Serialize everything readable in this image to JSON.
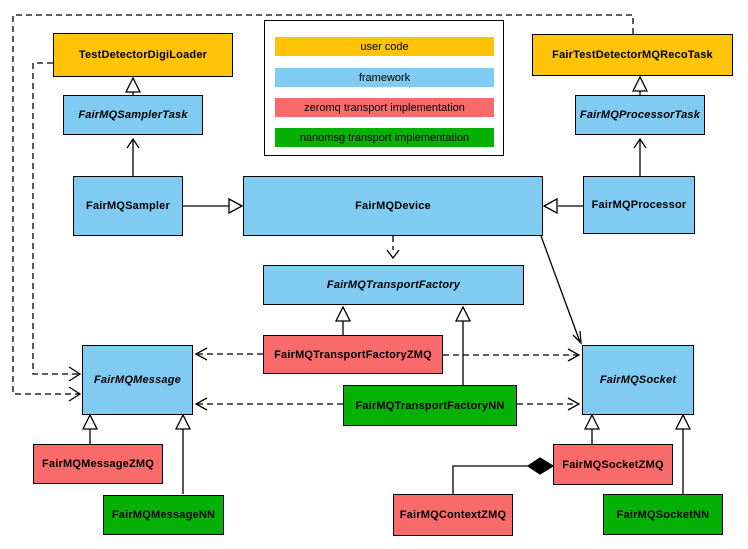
{
  "diagram": {
    "kind": "UML class diagram",
    "colors": {
      "user_code": "#FFC408",
      "framework": "#7FCBF1",
      "zeromq": "#F96B6B",
      "nanomsg": "#05B105",
      "line": "#000000",
      "background": "#FFFFFF"
    },
    "legend": {
      "items": [
        {
          "label": "user code",
          "category": "user_code"
        },
        {
          "label": "framework",
          "category": "framework"
        },
        {
          "label": "zeromq transport implementation",
          "category": "zeromq"
        },
        {
          "label": "nanomsg transport implementation",
          "category": "nanomsg"
        }
      ]
    },
    "nodes": [
      {
        "label": "TestDetectorDigiLoader",
        "category": "user_code",
        "abstract": false
      },
      {
        "label": "FairTestDetectorMQRecoTask",
        "category": "user_code",
        "abstract": false
      },
      {
        "label": "FairMQSamplerTask",
        "category": "framework",
        "abstract": true
      },
      {
        "label": "FairMQProcessorTask",
        "category": "framework",
        "abstract": true
      },
      {
        "label": "FairMQSampler",
        "category": "framework",
        "abstract": false
      },
      {
        "label": "FairMQDevice",
        "category": "framework",
        "abstract": false
      },
      {
        "label": "FairMQProcessor",
        "category": "framework",
        "abstract": false
      },
      {
        "label": "FairMQTransportFactory",
        "category": "framework",
        "abstract": true
      },
      {
        "label": "FairMQTransportFactoryZMQ",
        "category": "zeromq",
        "abstract": false
      },
      {
        "label": "FairMQTransportFactoryNN",
        "category": "nanomsg",
        "abstract": false
      },
      {
        "label": "FairMQMessage",
        "category": "framework",
        "abstract": true
      },
      {
        "label": "FairMQSocket",
        "category": "framework",
        "abstract": true
      },
      {
        "label": "FairMQMessageZMQ",
        "category": "zeromq",
        "abstract": false
      },
      {
        "label": "FairMQMessageNN",
        "category": "nanomsg",
        "abstract": false
      },
      {
        "label": "FairMQContextZMQ",
        "category": "zeromq",
        "abstract": false
      },
      {
        "label": "FairMQSocketZMQ",
        "category": "zeromq",
        "abstract": false
      },
      {
        "label": "FairMQSocketNN",
        "category": "nanomsg",
        "abstract": false
      }
    ],
    "edges": [
      {
        "from": "FairMQSamplerTask",
        "to": "TestDetectorDigiLoader",
        "type": "generalization"
      },
      {
        "from": "FairMQProcessorTask",
        "to": "FairTestDetectorMQRecoTask",
        "type": "generalization"
      },
      {
        "from": "FairMQSampler",
        "to": "FairMQSamplerTask",
        "type": "association"
      },
      {
        "from": "FairMQProcessor",
        "to": "FairMQProcessorTask",
        "type": "association"
      },
      {
        "from": "FairMQSampler",
        "to": "FairMQDevice",
        "type": "generalization"
      },
      {
        "from": "FairMQProcessor",
        "to": "FairMQDevice",
        "type": "generalization"
      },
      {
        "from": "FairMQDevice",
        "to": "FairMQTransportFactory",
        "type": "dependency"
      },
      {
        "from": "FairMQDevice",
        "to": "FairMQSocket",
        "type": "association"
      },
      {
        "from": "FairMQTransportFactoryZMQ",
        "to": "FairMQTransportFactory",
        "type": "generalization"
      },
      {
        "from": "FairMQTransportFactoryNN",
        "to": "FairMQTransportFactory",
        "type": "generalization"
      },
      {
        "from": "FairMQTransportFactoryZMQ",
        "to": "FairMQMessage",
        "type": "dependency"
      },
      {
        "from": "FairMQTransportFactoryNN",
        "to": "FairMQMessage",
        "type": "dependency"
      },
      {
        "from": "FairMQTransportFactoryZMQ",
        "to": "FairMQSocket",
        "type": "dependency"
      },
      {
        "from": "FairMQTransportFactoryNN",
        "to": "FairMQSocket",
        "type": "dependency"
      },
      {
        "from": "TestDetectorDigiLoader",
        "to": "FairMQMessage",
        "type": "dependency"
      },
      {
        "from": "FairTestDetectorMQRecoTask",
        "to": "FairMQMessage",
        "type": "dependency"
      },
      {
        "from": "FairMQMessageZMQ",
        "to": "FairMQMessage",
        "type": "generalization"
      },
      {
        "from": "FairMQMessageNN",
        "to": "FairMQMessage",
        "type": "generalization"
      },
      {
        "from": "FairMQSocketZMQ",
        "to": "FairMQSocket",
        "type": "generalization"
      },
      {
        "from": "FairMQSocketNN",
        "to": "FairMQSocket",
        "type": "generalization"
      },
      {
        "from": "FairMQContextZMQ",
        "to": "FairMQSocketZMQ",
        "type": "composition"
      }
    ]
  }
}
